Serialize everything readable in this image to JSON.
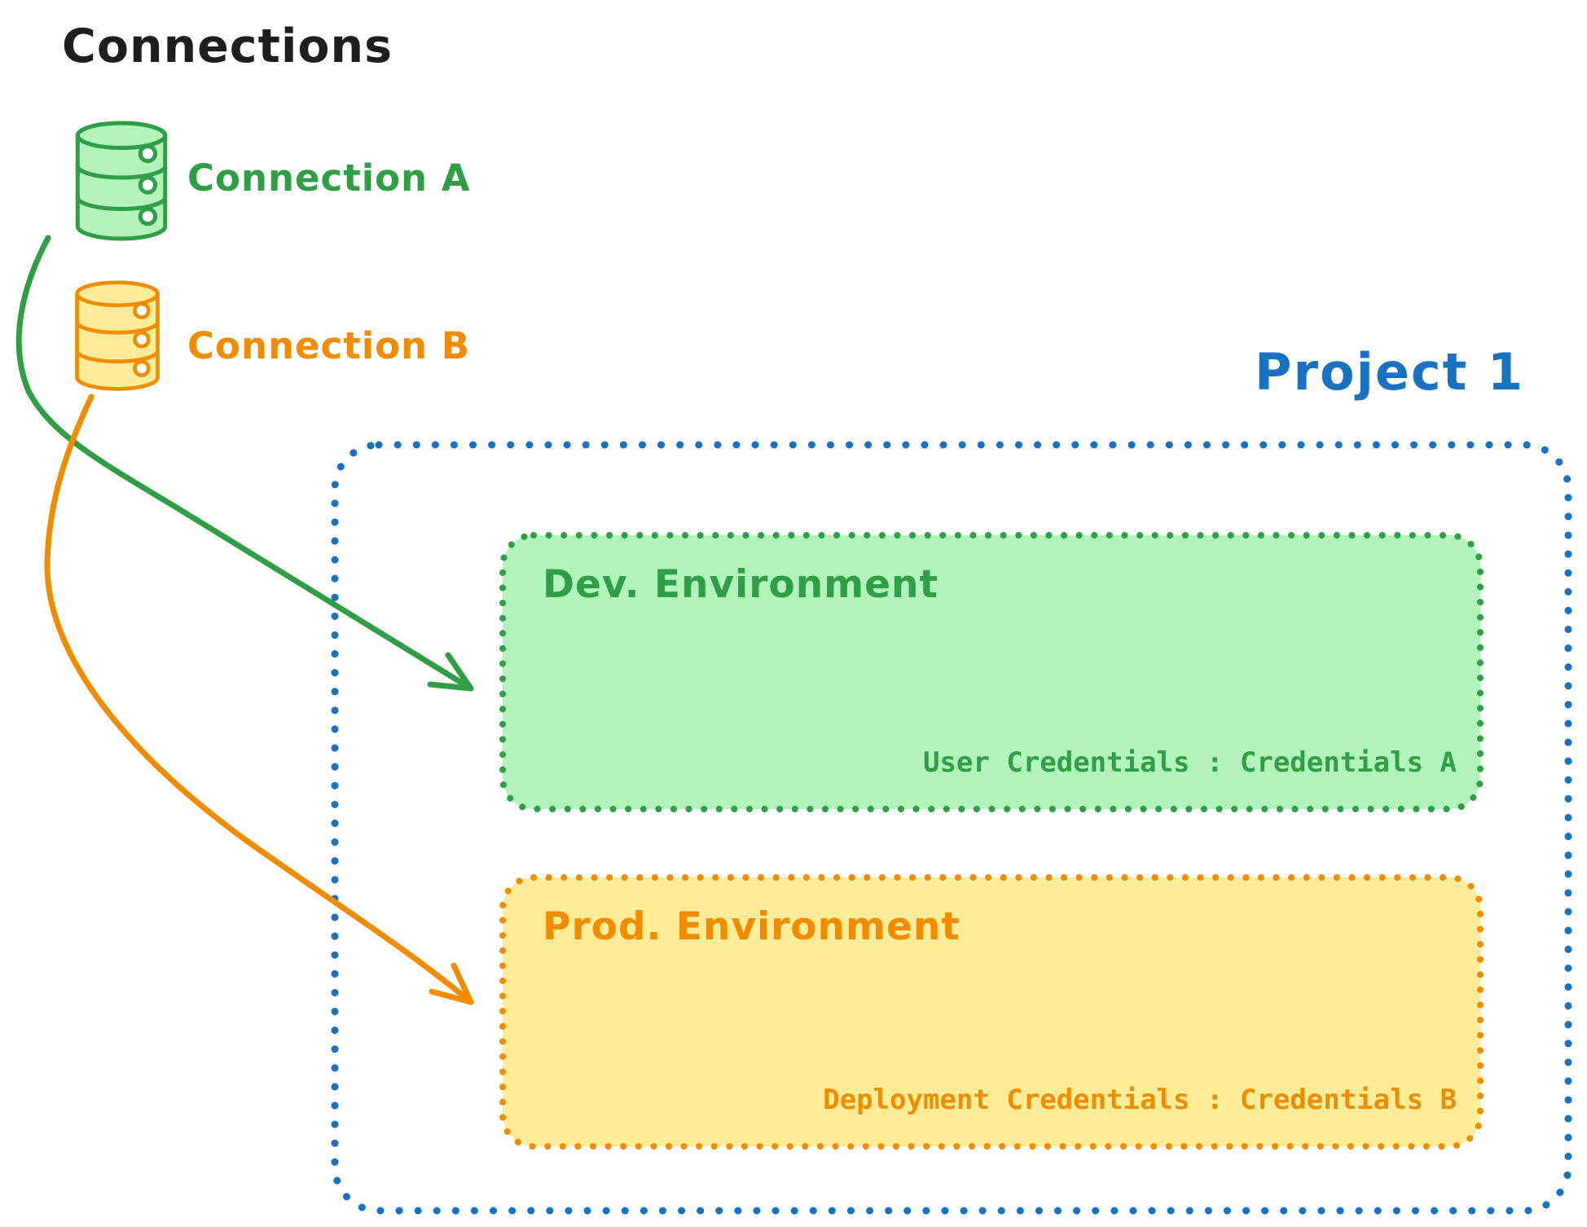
{
  "title": "Connections",
  "connections": [
    {
      "id": "a",
      "label": "Connection A",
      "icon": "database-cylinder-icon",
      "color": "#2f9e44",
      "fill": "#b2f2bb"
    },
    {
      "id": "b",
      "label": "Connection B",
      "icon": "database-cylinder-icon",
      "color": "#f08c00",
      "fill": "#ffec99"
    }
  ],
  "project": {
    "label": "Project 1",
    "border_color": "#1971c2",
    "environments": [
      {
        "name": "Dev. Environment",
        "credentials": "User Credentials : Credentials A",
        "color": "#2f9e44",
        "fill": "#b2f2bb"
      },
      {
        "name": "Prod. Environment",
        "credentials": "Deployment Credentials : Credentials B",
        "color": "#f08c00",
        "fill": "#ffec99"
      }
    ]
  },
  "arrows": [
    {
      "name": "connection-a-to-dev-arrow",
      "color": "#2f9e44"
    },
    {
      "name": "connection-b-to-prod-arrow",
      "color": "#f08c00"
    }
  ],
  "colors": {
    "ink": "#1e1e1e",
    "green": "#2f9e44",
    "green_fill": "#b2f2bb",
    "orange": "#f08c00",
    "orange_fill": "#ffec99",
    "blue": "#1971c2",
    "white": "#ffffff"
  }
}
